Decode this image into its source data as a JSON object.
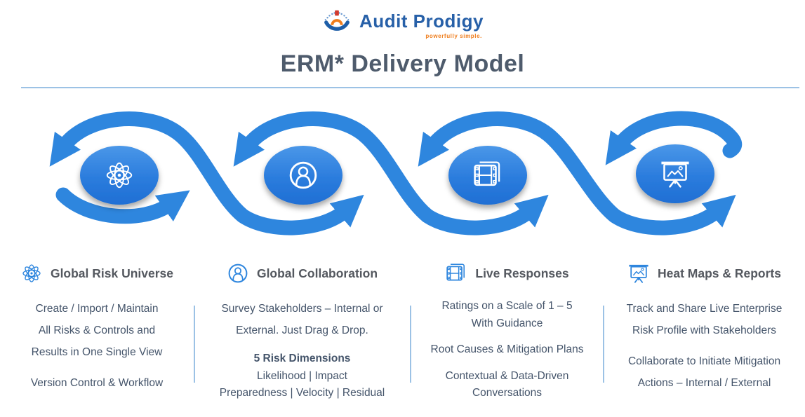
{
  "logo": {
    "name": "Audit Prodigy",
    "tagline": "powerfully simple."
  },
  "title": "ERM* Delivery Model",
  "colors": {
    "accent_blue": "#2E86DE",
    "divider_blue": "#9CC2E5",
    "heading_text": "#54585F",
    "body_text": "#44546A",
    "title_text": "#4E5B6C",
    "logo_blue": "#2760A8",
    "logo_orange": "#EF7D1C",
    "logo_red": "#D23B2F"
  },
  "stages": [
    {
      "icon": "atom-icon",
      "heading": "Global Risk Universe",
      "items": [
        {
          "tight": false,
          "lines": [
            "Create / Import / Maintain",
            "All Risks & Controls and",
            "Results in One Single View"
          ]
        },
        {
          "tight": false,
          "lines": [
            "Version Control & Workflow"
          ]
        }
      ]
    },
    {
      "icon": "user-icon",
      "heading": "Global Collaboration",
      "items": [
        {
          "tight": false,
          "lines": [
            "Survey Stakeholders – Internal or",
            "External. Just Drag & Drop."
          ]
        },
        {
          "tight": true,
          "bold_first": true,
          "lines": [
            "5 Risk Dimensions",
            "Likelihood | Impact",
            "Preparedness | Velocity | Residual"
          ]
        }
      ]
    },
    {
      "icon": "film-icon",
      "heading": "Live Responses",
      "items": [
        {
          "tight": true,
          "lines": [
            "Ratings on a Scale of 1 – 5",
            "With Guidance"
          ]
        },
        {
          "tight": true,
          "lines": [
            "Root Causes & Mitigation Plans"
          ]
        },
        {
          "tight": true,
          "lines": [
            "Contextual & Data-Driven",
            "Conversations"
          ]
        }
      ]
    },
    {
      "icon": "presentation-icon",
      "heading": "Heat Maps & Reports",
      "items": [
        {
          "tight": false,
          "lines": [
            "Track and Share Live Enterprise",
            "Risk Profile with Stakeholders"
          ]
        },
        {
          "tight": false,
          "lines": [
            "Collaborate to Initiate Mitigation",
            "Actions – Internal / External"
          ]
        }
      ]
    }
  ]
}
